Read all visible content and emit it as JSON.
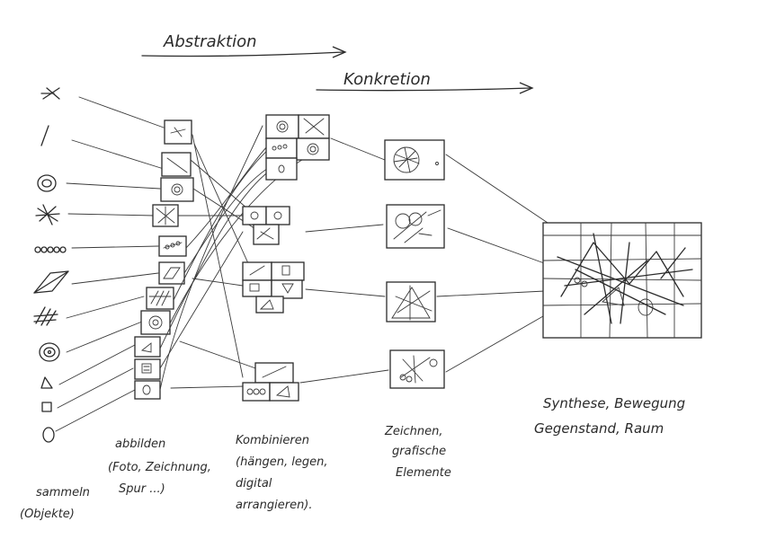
{
  "headers": {
    "abstraktion": "Abstraktion",
    "konkretion": "Konkretion"
  },
  "captions": {
    "sammeln": [
      "sammeln",
      "(Objekte)"
    ],
    "abbilden": [
      "abbilden",
      "(Foto, Zeichnung,",
      "Spur ...)"
    ],
    "kombinieren": [
      "Kombinieren",
      "(hängen, legen,",
      "digital",
      "arrangieren)."
    ],
    "zeichnen": [
      "Zeichnen,",
      "grafische",
      "Elemente"
    ],
    "synthese": [
      "Synthese, Bewegung",
      "Gegenstand, Raum"
    ]
  }
}
